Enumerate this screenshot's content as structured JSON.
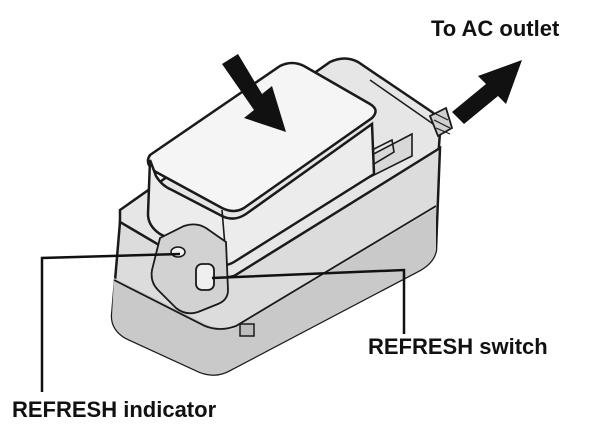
{
  "labels": {
    "ac_outlet": "To AC outlet",
    "refresh_switch": "REFRESH switch",
    "refresh_indicator": "REFRESH indicator"
  },
  "colors": {
    "stroke": "#1a1a1a",
    "body_fill": "#e4e4e4",
    "body_shade": "#cfcfcf",
    "battery_fill": "#f4f4f4",
    "arrow": "#111111"
  },
  "icons": {
    "insert_arrow": "arrow-down-right-icon",
    "outlet_arrow": "arrow-up-right-icon"
  }
}
